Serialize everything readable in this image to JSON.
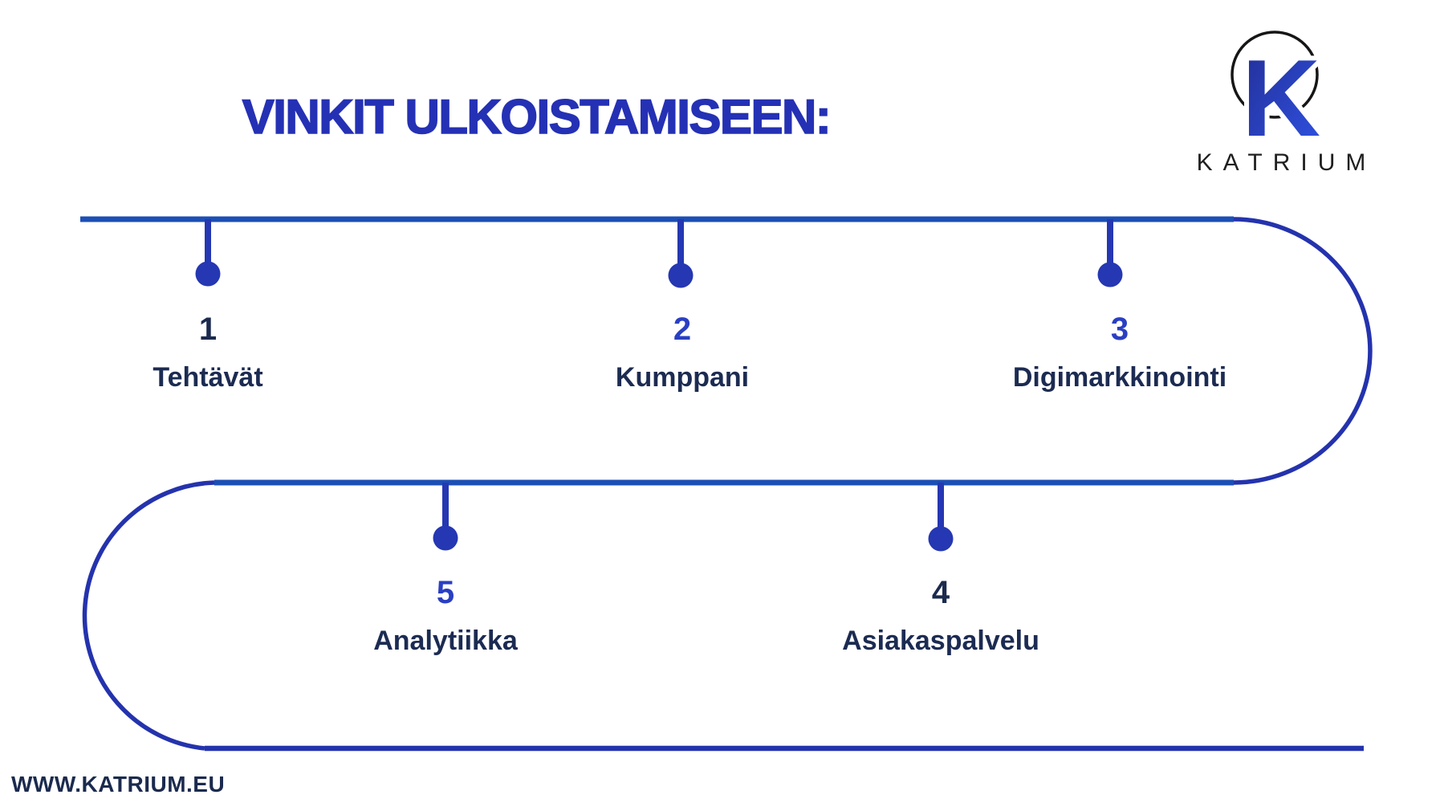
{
  "title": "VINKIT ULKOISTAMISEEN:",
  "logo": {
    "monogram": "K",
    "brand": "KATRIUM"
  },
  "timeline": {
    "steps": [
      {
        "number": "1",
        "label": "Tehtävät"
      },
      {
        "number": "2",
        "label": "Kumppani"
      },
      {
        "number": "3",
        "label": "Digimarkkinointi"
      },
      {
        "number": "4",
        "label": "Asiakaspalvelu"
      },
      {
        "number": "5",
        "label": "Analytiikka"
      }
    ]
  },
  "footer": {
    "website": "WWW.KATRIUM.EU"
  },
  "colors": {
    "background": "#ffffff",
    "row_line_blue": "#1c4fb5",
    "curve_indigo": "#2433ad",
    "dot_stem_indigo": "#2537b2",
    "number_blue": "#2a3fc2",
    "number_navy": "#1b2a4e",
    "label_navy": "#1c2b52",
    "title_blue": "#2531b4",
    "logo_ring_black": "#161616",
    "logo_k_gradient_start": "#232e96",
    "logo_k_gradient_end": "#2f52e2"
  }
}
